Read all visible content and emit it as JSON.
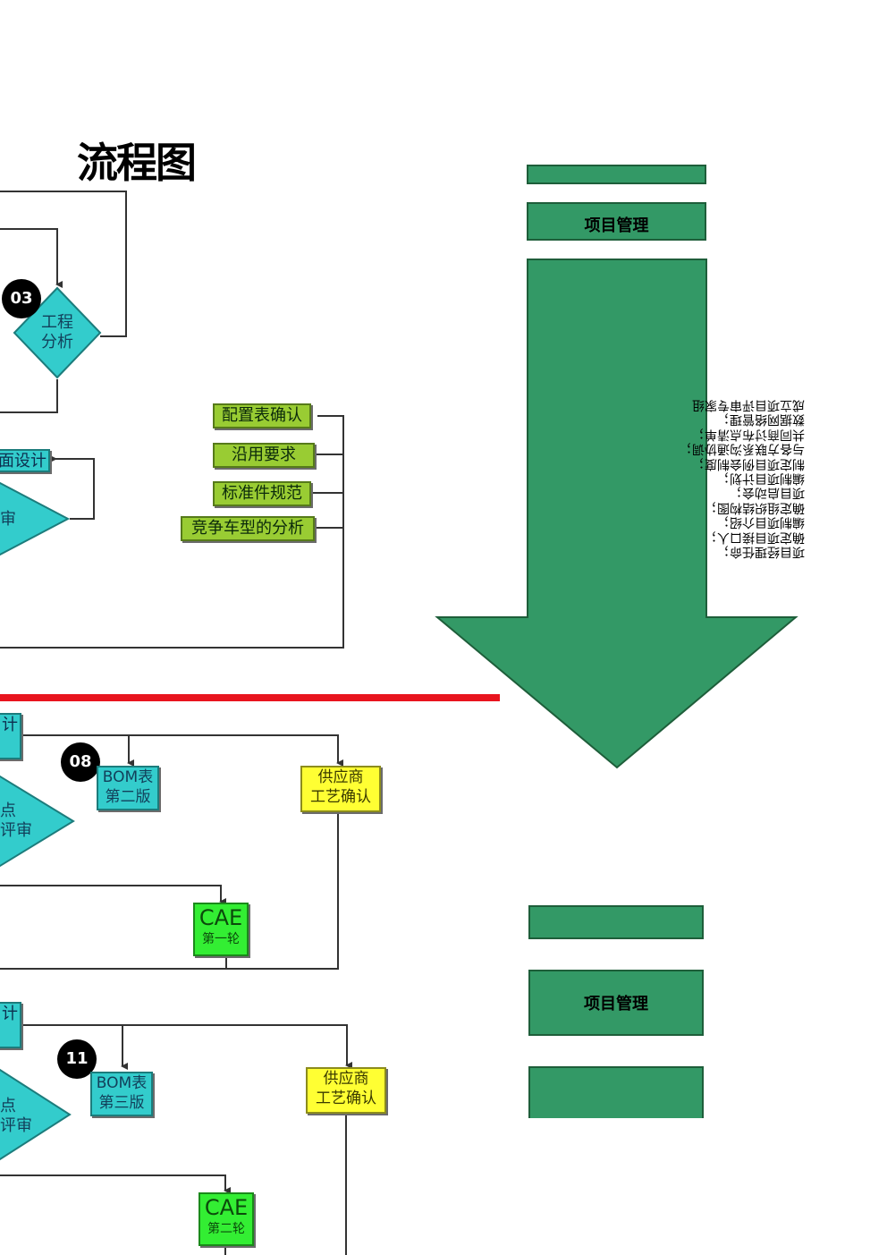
{
  "title": "流程图",
  "requirements": [
    "配置表确认",
    "沿用要求",
    "标准件规范",
    "竞争车型的分析"
  ],
  "nodes": {
    "n03_number": "03",
    "n03_line1": "工程",
    "n03_line2": "分析",
    "surface_design": "面设计",
    "review_partial": "审",
    "n08_number": "08",
    "n11_number": "11",
    "design_top": "计",
    "design_bottom": "计",
    "check_mid_a": "点",
    "check_mid_b": "评审",
    "check_low_a": "点",
    "check_low_b": "评审"
  },
  "stage2": {
    "bom_line1": "BOM表",
    "bom_line2": "第二版",
    "supplier_line1": "供应商",
    "supplier_line2": "工艺确认",
    "cae_line1": "CAE",
    "cae_line2": "第一轮"
  },
  "stage3": {
    "bom_line1": "BOM表",
    "bom_line2": "第三版",
    "supplier_line1": "供应商",
    "supplier_line2": "工艺确认",
    "cae_line1": "CAE",
    "cae_line2": "第二轮"
  },
  "right_panel": {
    "label_top": "项目管理",
    "label_bottom": "项目管理",
    "tasks_mirrored": [
      "成立项目评审专家组",
      "数据网络管理；",
      "共同商讨布点清单；",
      "与各方联系沟通协调；",
      "制定项目例会制度；",
      "编制项目计划；",
      "项目启动会；",
      "确定组织结构图；",
      "编制项目介绍；",
      "确定项目接口人；",
      "项目经理任命；"
    ]
  },
  "colors": {
    "panel_green": "#339966",
    "divider_red": "#e8141e",
    "tag_green": "#99cc33",
    "tag_cyan": "#33cccc",
    "tag_yellow": "#ffff33",
    "tag_lime": "#33ee33"
  }
}
